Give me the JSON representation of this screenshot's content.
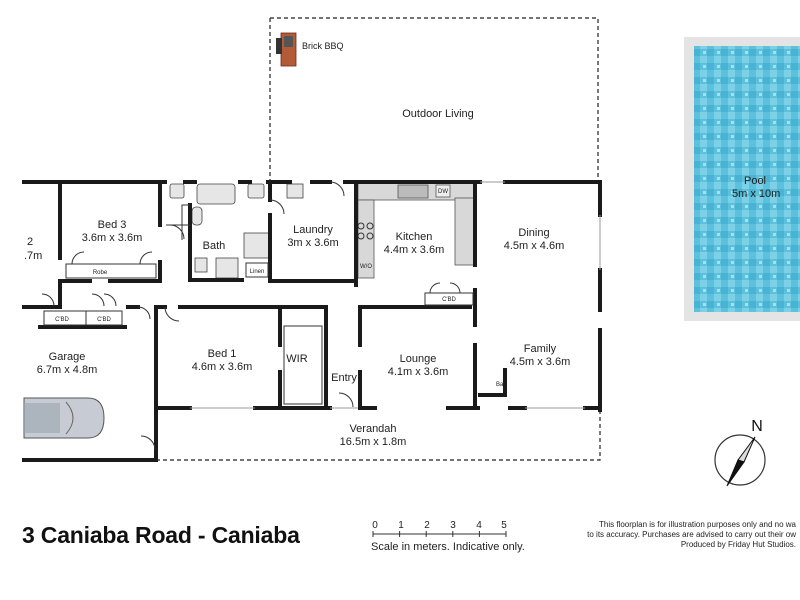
{
  "floorplan": {
    "address_title": "3 Caniaba Road - Caniaba",
    "rooms": {
      "outdoor_living": "Outdoor Living",
      "brick_bbq": "Brick BBQ",
      "pool": "Pool",
      "pool_size": "5m x 10m",
      "bed2": "2",
      "bed2_size": ".7m",
      "bed3": "Bed 3",
      "bed3_size": "3.6m x 3.6m",
      "robe": "Robe",
      "bath": "Bath",
      "laundry": "Laundry",
      "laundry_size": "3m x 3.6m",
      "linen": "Linen",
      "kitchen": "Kitchen",
      "kitchen_size": "4.4m x 3.6m",
      "wo": "W/O",
      "dw": "DW",
      "dining": "Dining",
      "dining_size": "4.5m x 4.6m",
      "cbd": "C'BD",
      "garage": "Garage",
      "garage_size": "6.7m x 4.8m",
      "bed1": "Bed 1",
      "bed1_size": "4.6m x 3.6m",
      "wir": "WIR",
      "entry": "Entry",
      "lounge": "Lounge",
      "lounge_size": "4.1m x 3.6m",
      "family": "Family",
      "family_size": "4.5m x 3.6m",
      "bar": "Bar",
      "verandah": "Verandah",
      "verandah_size": "16.5m x 1.8m"
    },
    "compass_label": "N",
    "scale": {
      "ticks": [
        "0",
        "1",
        "2",
        "3",
        "4",
        "5"
      ],
      "caption": "Scale in meters. Indicative only."
    },
    "disclaimer": [
      "This floorplan is for illustration purposes only and no wa",
      "to its accuracy. Purchases are advised to carry out their ow",
      "Produced by Friday Hut Studios."
    ],
    "colors": {
      "wall": "#1a1a1a",
      "pool_water": "#5fc3df",
      "pool_edge": "#e4e4e4",
      "bench": "#d6d6d6"
    }
  }
}
